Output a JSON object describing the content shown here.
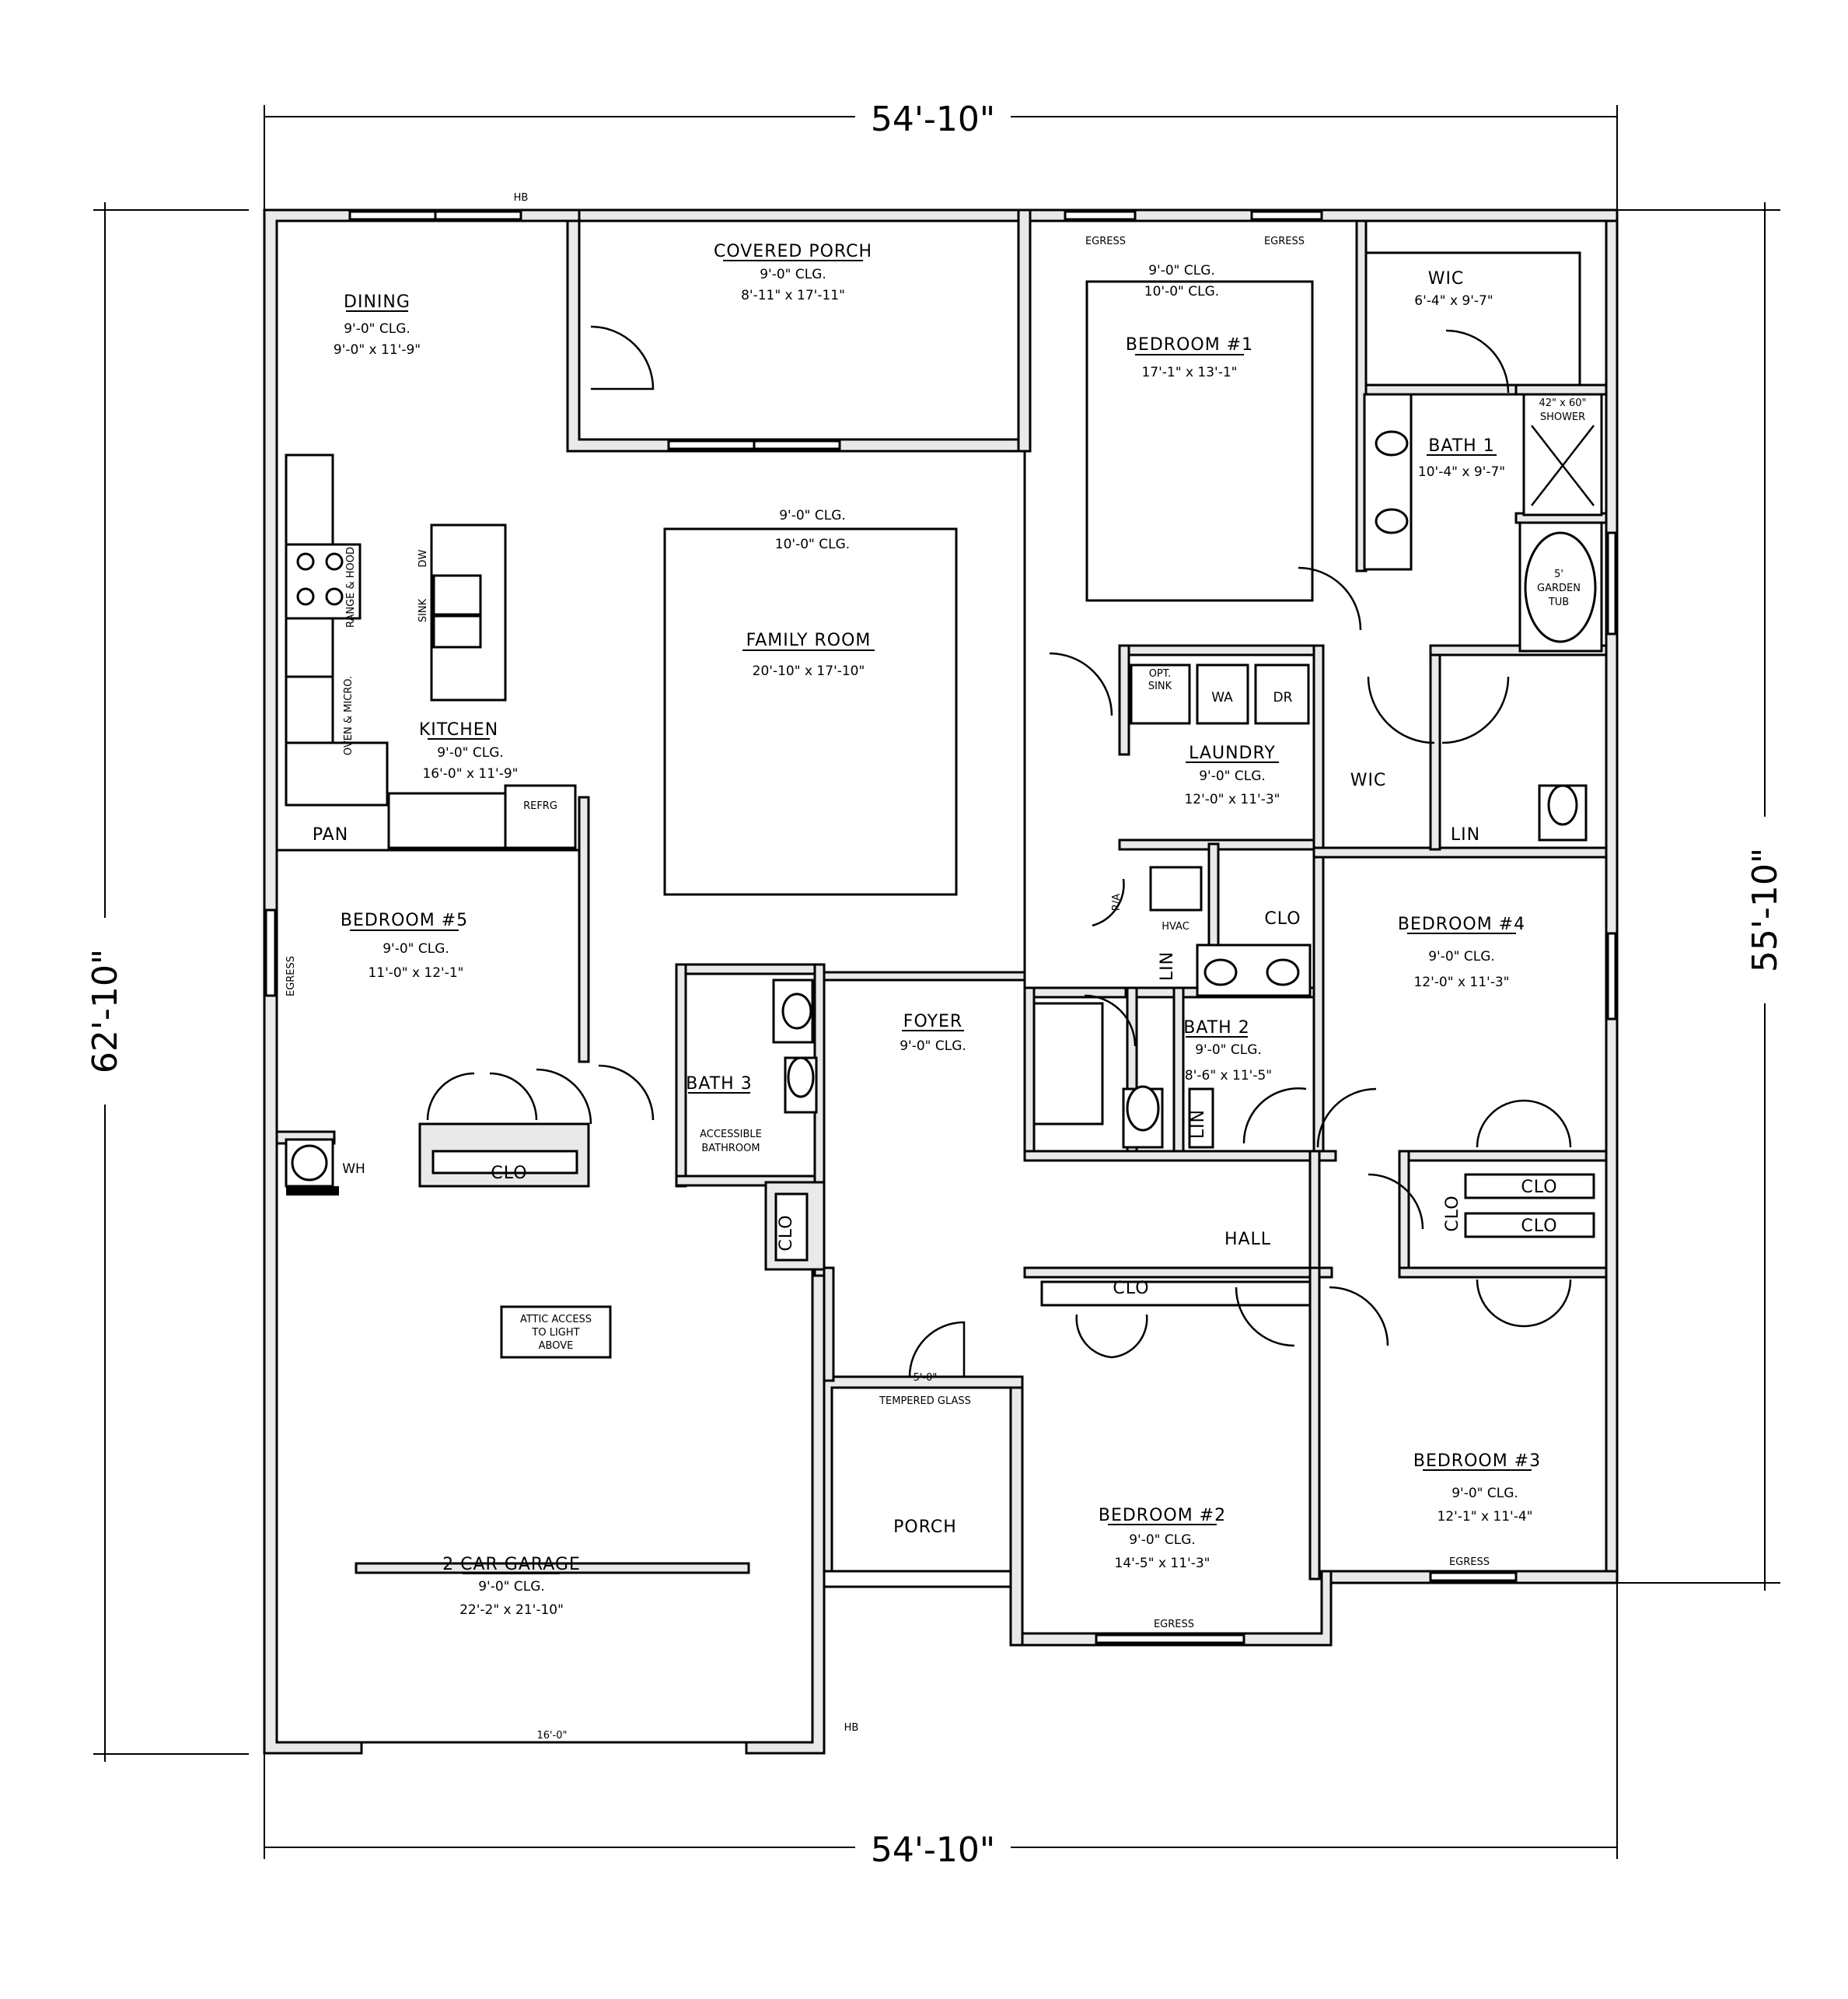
{
  "dimensions": {
    "top": "54'-10\"",
    "bottom": "54'-10\"",
    "left": "62'-10\"",
    "right": "55'-10\""
  },
  "rooms": {
    "dining": {
      "name": "DINING",
      "clg": "9'-0\" CLG.",
      "size": "9'-0\" x 11'-9\""
    },
    "covered_porch": {
      "name": "COVERED PORCH",
      "clg": "9'-0\" CLG.",
      "size": "8'-11\" x 17'-11\""
    },
    "kitchen": {
      "name": "KITCHEN",
      "clg": "9'-0\" CLG.",
      "size": "16'-0\" x 11'-9\""
    },
    "family_room": {
      "name": "FAMILY ROOM",
      "clg": "9'-0\" CLG.",
      "clg2": "10'-0\" CLG.",
      "size": "20'-10\" x 17'-10\""
    },
    "bedroom1": {
      "name": "BEDROOM #1",
      "clg": "9'-0\" CLG.",
      "clg2": "10'-0\" CLG.",
      "size": "17'-1\" x 13'-1\""
    },
    "wic1": {
      "name": "WIC",
      "size": "6'-4\" x 9'-7\""
    },
    "bath1": {
      "name": "BATH 1",
      "size": "10'-4\" x 9'-7\""
    },
    "laundry": {
      "name": "LAUNDRY",
      "clg": "9'-0\" CLG.",
      "size": "12'-0\" x 11'-3\""
    },
    "bedroom5": {
      "name": "BEDROOM #5",
      "clg": "9'-0\" CLG.",
      "size": "11'-0\" x 12'-1\""
    },
    "bedroom4": {
      "name": "BEDROOM #4",
      "clg": "9'-0\" CLG.",
      "size": "12'-0\" x 11'-3\""
    },
    "foyer": {
      "name": "FOYER",
      "clg": "9'-0\" CLG."
    },
    "bath2": {
      "name": "BATH 2",
      "clg": "9'-0\" CLG.",
      "size": "8'-6\" x 11'-5\""
    },
    "bath3": {
      "name": "BATH 3"
    },
    "hall": {
      "name": "HALL"
    },
    "bedroom2": {
      "name": "BEDROOM #2",
      "clg": "9'-0\" CLG.",
      "size": "14'-5\" x 11'-3\""
    },
    "bedroom3": {
      "name": "BEDROOM #3",
      "clg": "9'-0\" CLG.",
      "size": "12'-1\" x 11'-4\""
    },
    "porch": {
      "name": "PORCH"
    },
    "garage": {
      "name": "2 CAR GARAGE",
      "clg": "9'-0\" CLG.",
      "size": "22'-2\" x 21'-10\""
    }
  },
  "labels": {
    "hb": "HB",
    "egress": "EGRESS",
    "shower": "42\" x 60\"",
    "shower2": "SHOWER",
    "tub1": "5'",
    "tub2": "GARDEN",
    "tub3": "TUB",
    "wic": "WIC",
    "lin": "LIN",
    "clo": "CLO",
    "opt_sink1": "OPT.",
    "opt_sink2": "SINK",
    "wa": "WA",
    "dr": "DR",
    "ra": "R/A",
    "hvac": "HVAC",
    "dw": "DW",
    "sink": "SINK",
    "range": "RANGE & HOOD",
    "oven": "OVEN & MICRO.",
    "refrg": "REFRG",
    "pan": "PAN",
    "wh": "WH",
    "accessible1": "ACCESSIBLE",
    "accessible2": "BATHROOM",
    "attic1": "ATTIC ACCESS",
    "attic2": "TO LIGHT",
    "attic3": "ABOVE",
    "five_ft": "5'-0\"",
    "tempered": "TEMPERED GLASS",
    "sixteen_ft": "16'-0\""
  }
}
